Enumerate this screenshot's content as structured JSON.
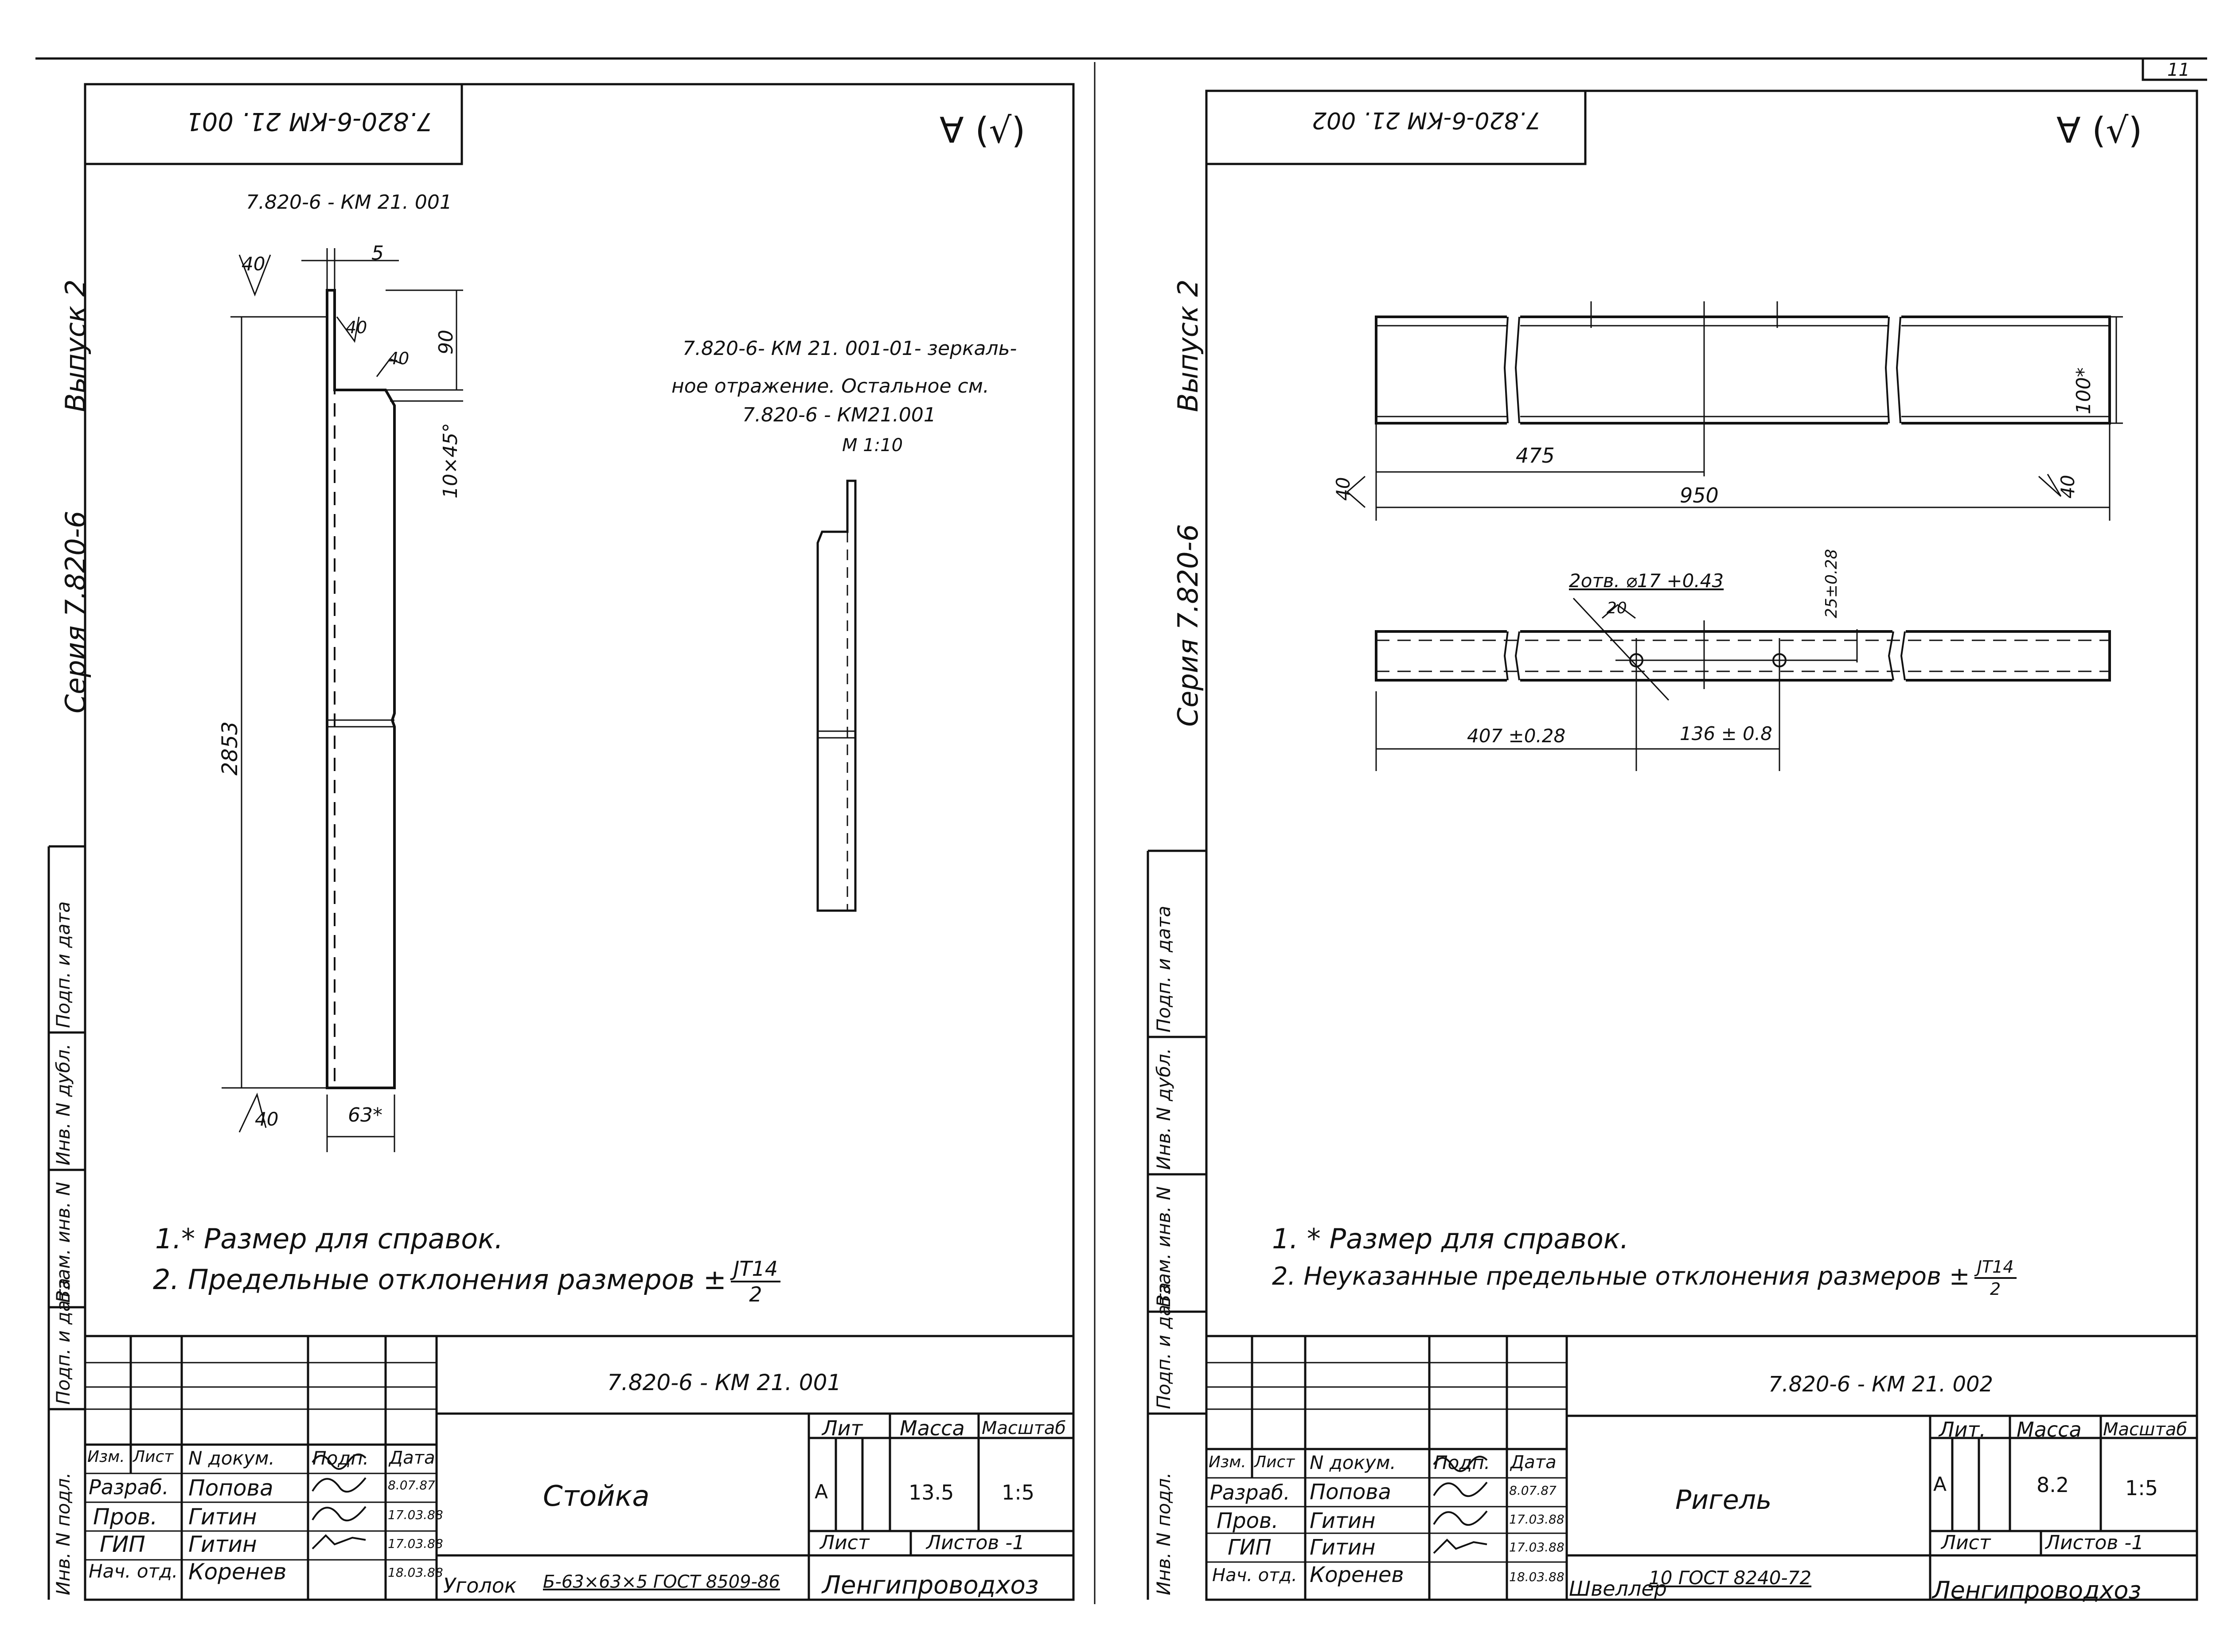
{
  "top_right_page_number": "11",
  "sheets": [
    {
      "rotated_code": "7.820-6-КМ 21. 001",
      "roughness_symbol": "∀ (√)",
      "side_labels": {
        "issue": "Выпуск 2",
        "series": "Серия 7.820-6",
        "stamps": [
          "Инв. N подл.",
          "Подп. и дата",
          "Взам. инв. N",
          "Инв. N дубл.",
          "Подп. и дата"
        ]
      },
      "view_title": "7.820-6 - КМ 21. 001",
      "dims": {
        "angle_40_top": "40",
        "width_5": "5",
        "chamfer_40": "40",
        "chamfer_40b": "40",
        "h_90": "90",
        "chamfer_note": "10×45°",
        "length_2853": "2853",
        "angle_40_bottom": "40",
        "width_63": "63*"
      },
      "mirror_note": [
        "7.820-6- КМ 21. 001-01- зеркаль-",
        "ное отражение. Остальное см.",
        "7.820-6 - КМ21.001",
        "М 1:10"
      ],
      "notes": {
        "n1": "1.* Размер для справок.",
        "n2": "2. Предельные отклонения размеров ±",
        "n2_num": "JT14",
        "n2_den": "2"
      },
      "title_block": {
        "doc_code": "7.820-6 - КМ 21. 001",
        "name": "Стойка",
        "headers": {
          "izm": "Изм.",
          "list": "Лист",
          "ndoc": "N докум.",
          "podp": "Подп.",
          "data": "Дата"
        },
        "rows": [
          {
            "role": "Разраб.",
            "name": "Попова",
            "date": "8.07.87"
          },
          {
            "role": "Пров.",
            "name": "Гитин",
            "date": "17.03.88"
          },
          {
            "role": "ГИП",
            "name": "Гитин",
            "date": "17.03.88"
          },
          {
            "role": "Нач. отд.",
            "name": "Коренев",
            "date": "18.03.88"
          }
        ],
        "lit_label": "Лит",
        "mass_label": "Масса",
        "scale_label": "Масштаб",
        "lit": "А",
        "mass": "13.5",
        "scale": "1:5",
        "sheet_label": "Лист",
        "sheets_label": "Листов -1",
        "material_prefix": "Уголок",
        "material_num": "Б-63×63×5 ГОСТ 8509-86",
        "org": "Ленгипроводхоз"
      }
    },
    {
      "rotated_code": "7.820-6-КМ 21. 002",
      "roughness_symbol": "∀ (√)",
      "side_labels": {
        "issue": "Выпуск 2",
        "series": "Серия 7.820-6",
        "stamps": [
          "Инв. N подл.",
          "Подп. и дата",
          "Взам. инв. N",
          "Инв. N дубл.",
          "Подп. и дата"
        ]
      },
      "dims": {
        "h_100": "100*",
        "len_475": "475",
        "len_950": "950",
        "angle_40_left": "40",
        "angle_40_right": "40",
        "holes": "2отв. ⌀17 +0.43",
        "angle_20": "20",
        "offset_25": "25±0.28",
        "len_407": "407 ±0.28",
        "len_136": "136 ± 0.8"
      },
      "notes": {
        "n1": "1. * Размер для справок.",
        "n2": "2. Неуказанные предельные отклонения размеров ±",
        "n2_num": "JT14",
        "n2_den": "2"
      },
      "title_block": {
        "doc_code": "7.820-6 - КМ 21. 002",
        "name": "Ригель",
        "headers": {
          "izm": "Изм.",
          "list": "Лист",
          "ndoc": "N докум.",
          "podp": "Подп.",
          "data": "Дата"
        },
        "rows": [
          {
            "role": "Разраб.",
            "name": "Попова",
            "date": "8.07.87"
          },
          {
            "role": "Пров.",
            "name": "Гитин",
            "date": "17.03.88"
          },
          {
            "role": "ГИП",
            "name": "Гитин",
            "date": "17.03.88"
          },
          {
            "role": "Нач. отд.",
            "name": "Коренев",
            "date": "18.03.88"
          }
        ],
        "lit_label": "Лит.",
        "mass_label": "Масса",
        "scale_label": "Масштаб",
        "lit": "А",
        "mass": "8.2",
        "scale": "1:5",
        "sheet_label": "Лист",
        "sheets_label": "Листов -1",
        "material_prefix": "Швеллер",
        "material_num": "10 ГОСТ 8240-72",
        "org": "Ленгипроводхоз"
      }
    }
  ]
}
